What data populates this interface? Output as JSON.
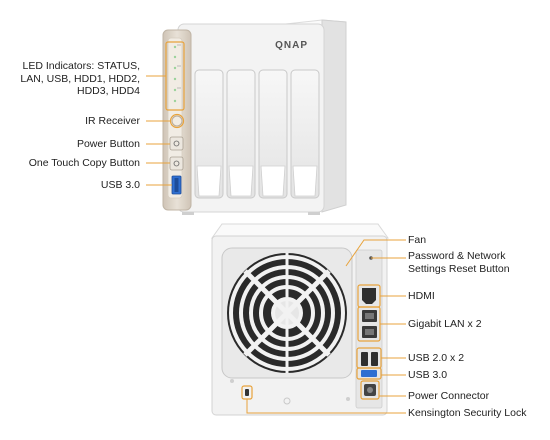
{
  "front_labels": {
    "led": [
      "LED Indicators: STATUS,",
      "LAN, USB, HDD1, HDD2,",
      "HDD3, HDD4"
    ],
    "ir": "IR Receiver",
    "power": "Power Button",
    "copy": "One Touch Copy Button",
    "usb3": "USB 3.0"
  },
  "rear_labels": {
    "fan": "Fan",
    "reset": [
      "Password & Network",
      "Settings Reset Button"
    ],
    "hdmi": "HDMI",
    "lan": "Gigabit LAN x 2",
    "usb2": "USB 2.0 x 2",
    "usb3": "USB 3.0",
    "power": "Power Connector",
    "lock": "Kensington Security Lock"
  },
  "brand": "QNAP",
  "colors": {
    "callout": "#e8a33c",
    "chassis": "#f4f4f4",
    "trim": "#d8cfc3",
    "fan_dark": "#2a2a2a",
    "usb_blue": "#2f6fd1"
  }
}
